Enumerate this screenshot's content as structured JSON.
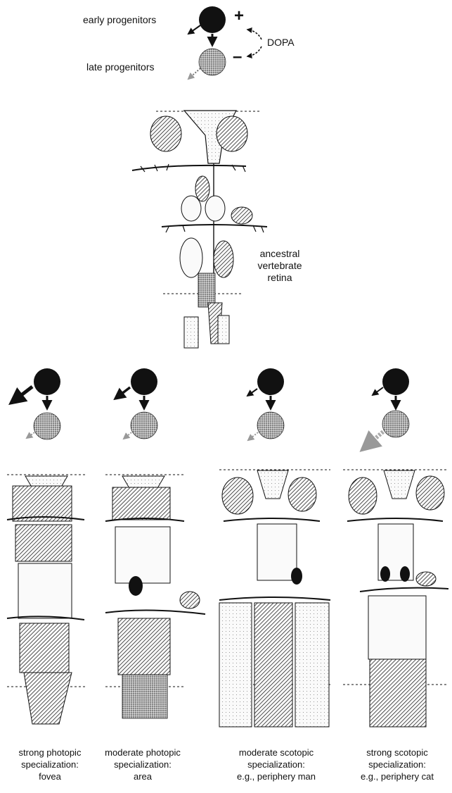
{
  "legend": {
    "early_label": "early progenitors",
    "late_label": "late progenitors",
    "plus": "+",
    "minus": "–",
    "modulator": "DOPA"
  },
  "ancestral": {
    "label_lines": [
      "ancestral",
      "vertebrate",
      "retina"
    ]
  },
  "columns": [
    {
      "caption": [
        "strong photopic",
        "specialization:",
        "fovea"
      ]
    },
    {
      "caption": [
        "moderate photopic",
        "specialization:",
        "area"
      ]
    },
    {
      "caption": [
        "moderate scotopic",
        "specialization:",
        "e.g., periphery man"
      ]
    },
    {
      "caption": [
        "strong scotopic",
        "specialization:",
        "e.g., periphery cat"
      ]
    }
  ],
  "colors": {
    "ink": "#111111",
    "stipple": "#888888",
    "hatch": "#333333",
    "cell_fill": "#f4f4f4"
  }
}
